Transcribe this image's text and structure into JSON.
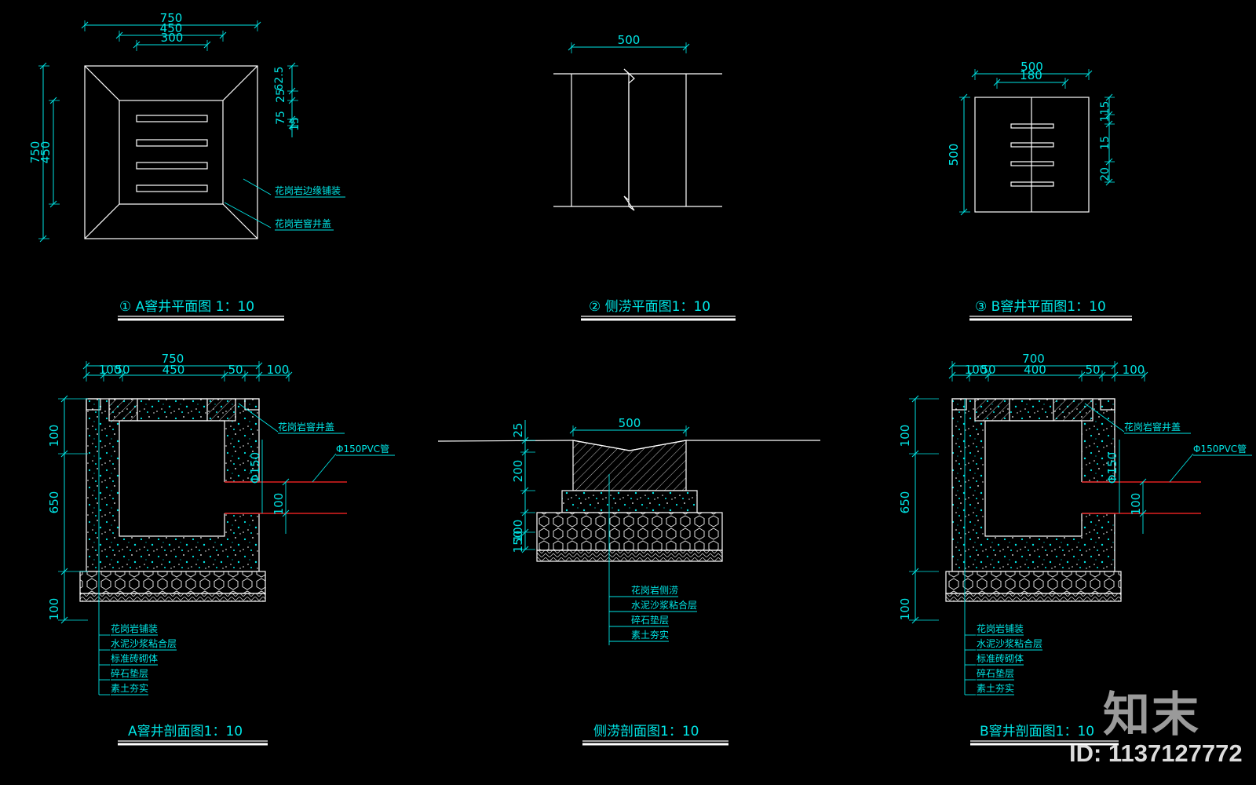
{
  "colors": {
    "background": "#000000",
    "linework": "#ffffff",
    "dimension": "#00e5e5",
    "pipe": "#e02020",
    "hatch": "#bfbfbf"
  },
  "titles": {
    "plan_a": "① A窨井平面图   1：10",
    "plan_side": "② 侧涝平面图1：10",
    "plan_b": "③ B窨井平面图1：10",
    "section_a": "A窨井剖面图1：10",
    "section_side": "侧涝剖面图1：10",
    "section_b": "B窨井剖面图1：10"
  },
  "plan_a": {
    "dims_top": [
      "750",
      "450",
      "300"
    ],
    "dims_left": [
      "750",
      "450"
    ],
    "dims_right": [
      "62.5",
      "25",
      "75",
      "15"
    ],
    "labels": [
      "花岗岩边缘铺装",
      "花岗岩窨井盖"
    ]
  },
  "plan_side": {
    "dims_top": [
      "500"
    ]
  },
  "plan_b": {
    "dims_top": [
      "500",
      "180"
    ],
    "dims_left": [
      "500"
    ],
    "dims_right": [
      "115",
      "15",
      "20"
    ]
  },
  "section_a": {
    "dims_top": [
      "750",
      "100",
      "50",
      "450",
      "50",
      "100"
    ],
    "dims_left": [
      "100",
      "650",
      "100"
    ],
    "pipe_dims": [
      "Φ150",
      "100"
    ],
    "pipe_label": "Φ150PVC管",
    "cover_label": "花岗岩窨井盖",
    "layers": [
      "花岗岩铺装",
      "水泥沙浆粘合层",
      "标准砖砌体",
      "碎石垫层",
      "素土夯实"
    ]
  },
  "section_side": {
    "dims_top": [
      "500"
    ],
    "dims_left": [
      "25",
      "200",
      "100",
      "150"
    ],
    "layers": [
      "花岗岩侧涝",
      "水泥沙浆粘合层",
      "碎石垫层",
      "素土夯实"
    ]
  },
  "section_b": {
    "dims_top": [
      "700",
      "100",
      "50",
      "400",
      "50",
      "100"
    ],
    "dims_left": [
      "100",
      "650",
      "100"
    ],
    "pipe_dims": [
      "Φ150",
      "100"
    ],
    "pipe_label": "Φ150PVC管",
    "cover_label": "花岗岩窨井盖",
    "layers": [
      "花岗岩铺装",
      "水泥沙浆粘合层",
      "标准砖砌体",
      "碎石垫层",
      "素土夯实"
    ]
  },
  "watermark": {
    "logo": "知末",
    "id": "ID: 1137127772"
  }
}
